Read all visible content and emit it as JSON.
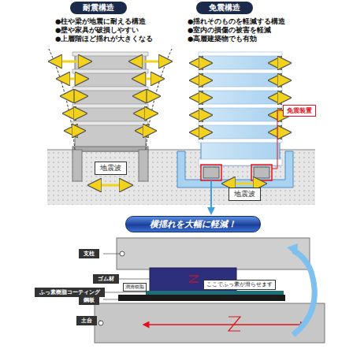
{
  "diagram": {
    "nodes": [
      {
        "text": [
          "耐震構造"
        ]
      },
      {
        "text": [
          "免震構造"
        ]
      },
      {
        "text": [
          "地震波"
        ]
      },
      {
        "text": [
          "免震装置"
        ]
      },
      {
        "text": [
          "地震波"
        ]
      },
      {
        "text": [
          "横揺れを大幅に軽減！"
        ]
      },
      {
        "text": [
          "支柱"
        ]
      },
      {
        "text": [
          "ゴム材"
        ]
      },
      {
        "text": [
          "ここでふっ素が滑らせます"
        ]
      },
      {
        "text": [
          "ふっ素樹脂コーティング"
        ]
      },
      {
        "text": [
          "潤滑樹脂"
        ]
      },
      {
        "text": [
          "鋼板"
        ]
      },
      {
        "text": [
          "土台"
        ]
      }
    ],
    "labels": [
      "●柱や梁が地震に耐える構造",
      "●壁や家具が破損しやすい",
      "●上層階ほど揺れが大きくなる",
      "●揺れそのものを軽減する構造",
      "●室内の損傷の被害を軽減",
      "●高層建築物でも有効"
    ]
  }
}
